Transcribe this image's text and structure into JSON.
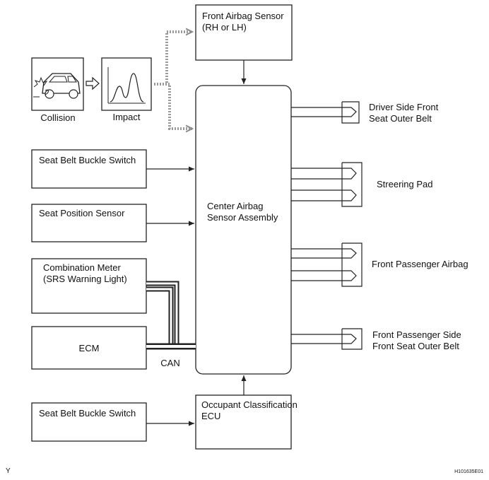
{
  "nodes": {
    "front_sensor": [
      "Front Airbag Sensor",
      "(RH or LH)"
    ],
    "collision": "Collision",
    "impact": "Impact",
    "buckle_top": "Seat Belt Buckle Switch",
    "seat_position": "Seat Position Sensor",
    "combination_meter": [
      "Combination Meter",
      "(SRS Warning Light)"
    ],
    "ecm": "ECM",
    "can": "CAN",
    "center": [
      "Center Airbag",
      "Sensor Assembly"
    ],
    "occupant": [
      "Occupant Classification",
      "ECU"
    ],
    "buckle_bottom": "Seat Belt Buckle Switch"
  },
  "outputs": {
    "driver_belt": [
      "Driver Side Front",
      "Seat Outer Belt"
    ],
    "steering_pad": "Streering Pad",
    "passenger_airbag": "Front Passenger Airbag",
    "passenger_belt": [
      "Front Passenger Side",
      "Front Seat Outer Belt"
    ]
  },
  "footer": {
    "left_mark": "Y",
    "figure_code": "H101635E01"
  }
}
